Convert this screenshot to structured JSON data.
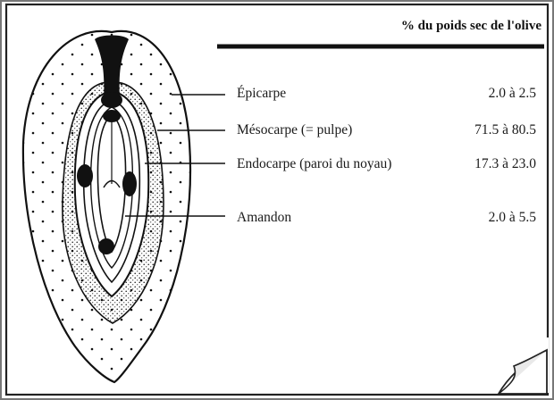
{
  "header": "% du poids sec de l'olive",
  "layers": [
    {
      "name": "Épicarpe",
      "range": "2.0 à 2.5"
    },
    {
      "name": "Mésocarpe (= pulpe)",
      "range": "71.5 à 80.5"
    },
    {
      "name": "Endocarpe (paroi du noyau)",
      "range": "17.3 à 23.0"
    },
    {
      "name": "Amandon",
      "range": "2.0 à 5.5"
    }
  ],
  "colors": {
    "ink": "#111111",
    "paper": "#ffffff",
    "fold": "#e9e9e9"
  }
}
